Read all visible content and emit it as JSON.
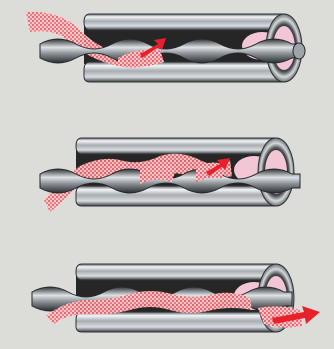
{
  "diagram": {
    "panels": [
      {
        "id": "panel-1",
        "flow": "rotor-cavities"
      },
      {
        "id": "panel-2",
        "flow": "rotor-cavities"
      },
      {
        "id": "panel-3",
        "flow": "rotor-cavities"
      }
    ],
    "colors": {
      "background": "#dcdcd8",
      "steel_light": "#eef0f2",
      "steel_mid": "#9aa0a6",
      "steel_dark": "#3a3d40",
      "rubber": "#2a2a2a",
      "cavity_pink": "#f3c6d6",
      "flow_red": "#e8202a",
      "arrow_red": "#e8202a"
    }
  }
}
